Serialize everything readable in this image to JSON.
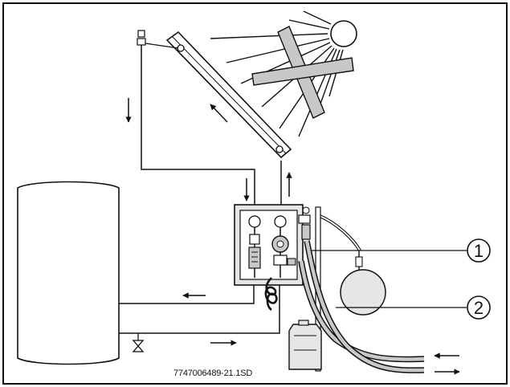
{
  "diagram": {
    "callouts": [
      {
        "id": "1",
        "label": "1"
      },
      {
        "id": "2",
        "label": "2"
      }
    ],
    "reference_code": "7747006489-21.1SD",
    "colors": {
      "line": "#111111",
      "grey_fill": "#c8c8c8",
      "light_fill": "#e6e6e6",
      "background": "#ffffff"
    },
    "icons": [
      "sun-icon",
      "crossed-collector-icon",
      "valve-icon",
      "expansion-vessel-icon",
      "canister-icon"
    ]
  }
}
